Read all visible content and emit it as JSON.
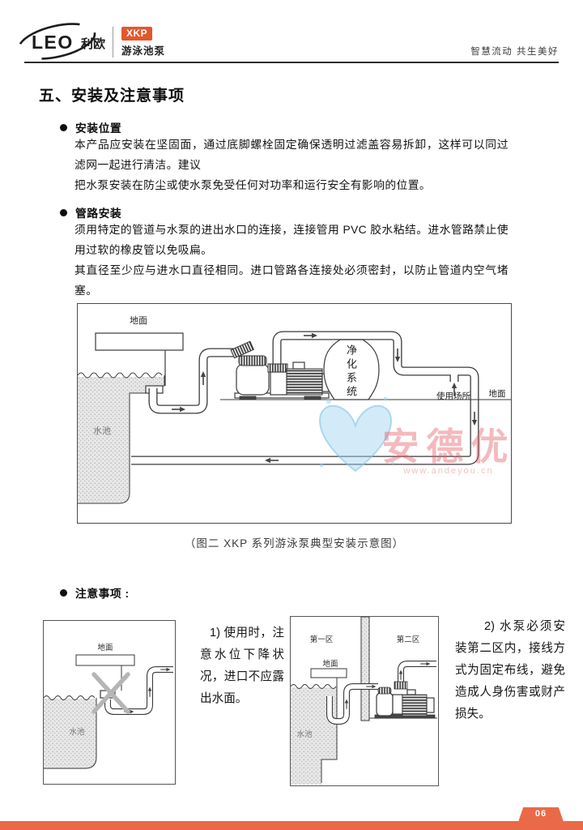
{
  "header": {
    "logo_text": "LEO",
    "logo_cn": "利欧",
    "series_badge": "XKP",
    "series_name": "游泳池泵",
    "tagline": "智慧流动 共生美好"
  },
  "page": {
    "title": "五、安装及注意事项"
  },
  "sections": {
    "install_location": {
      "heading": "安装位置",
      "p1": "本产品应安装在坚固面，通过底脚螺栓固定确保透明过滤盖容易拆卸，这样可以同过滤网一起进行清洁。建议",
      "p2": "把水泵安装在防尘或使水泵免受任何对功率和运行安全有影响的位置。"
    },
    "piping": {
      "heading": "管路安装",
      "p1": "须用特定的管道与水泵的进出水口的连接，连接管用 PVC 胶水粘结。进水管路禁止使用过软的橡皮管以免吸扁。",
      "p2": "其直径至少应与进水口直径相同。进口管路各连接处必须密封，以防止管道内空气堵塞。"
    }
  },
  "figure": {
    "caption": "（图二 XKP 系列游泳泵典型安装示意图）",
    "labels": {
      "ground_top": "地面",
      "ground_right": "地面",
      "pool": "水池",
      "purification_system": "净化系统",
      "usage_place": "使用场所"
    },
    "watermark": {
      "brand": "安德优",
      "url": "www.andeyou.cn"
    }
  },
  "notes": {
    "heading": "注意事项 :",
    "note1": {
      "text": "1) 使用时，注意水位下降状况，进口不应露出水面。",
      "labels": {
        "ground": "地面",
        "pool": "水池"
      }
    },
    "note2": {
      "text": "2) 水泵必须安装第二区内，接线方式为固定布线，避免造成人身伤害或财产损失。",
      "labels": {
        "zone1": "第一区",
        "zone2": "第二区",
        "ground": "地面",
        "pool": "水池"
      }
    }
  },
  "footer": {
    "page_number": "06"
  },
  "colors": {
    "badge_orange": "#E4572B",
    "footer_orange": "#EA6A48",
    "watermark_blue": "#9FD4EE",
    "watermark_pink": "#E8585F"
  }
}
